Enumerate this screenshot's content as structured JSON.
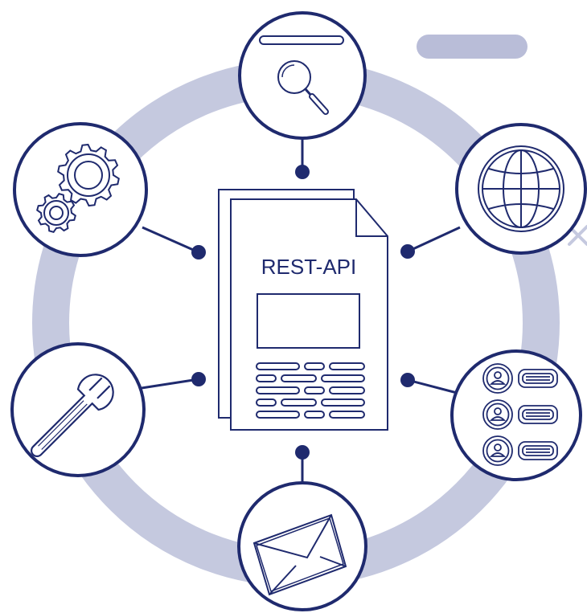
{
  "diagram": {
    "document_title": "REST-API",
    "colors": {
      "navy": "#1f2a6e",
      "ring": "#c5c9df",
      "pill": "#b9bdd8",
      "white": "#ffffff"
    },
    "nodes": [
      {
        "id": "search",
        "icon": "magnifier-icon"
      },
      {
        "id": "web",
        "icon": "globe-icon"
      },
      {
        "id": "users",
        "icon": "user-list-icon"
      },
      {
        "id": "mail",
        "icon": "envelope-icon"
      },
      {
        "id": "tools",
        "icon": "wrench-icon"
      },
      {
        "id": "settings",
        "icon": "gears-icon"
      }
    ]
  }
}
